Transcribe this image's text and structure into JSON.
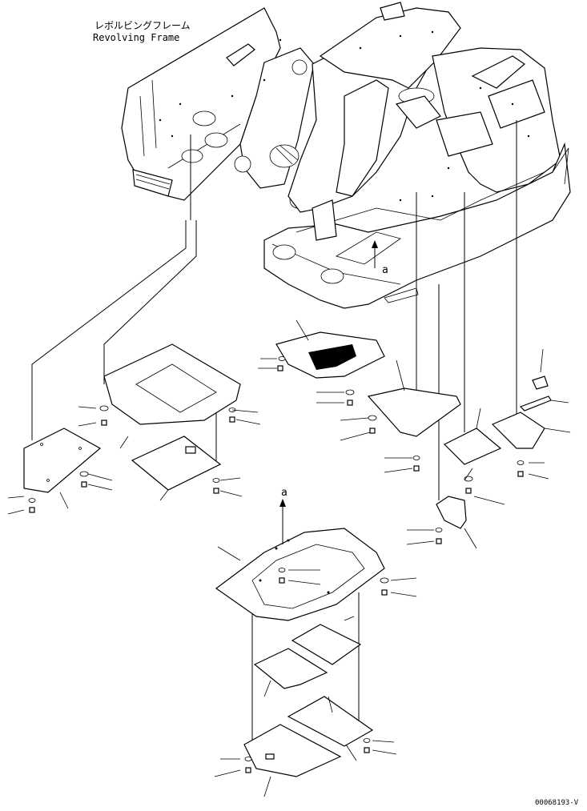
{
  "title_jp": "レボルビングフレーム",
  "title_en": "Revolving Frame",
  "view_ref_top": "a",
  "view_ref_bottom": "a",
  "drawing_number": "00068193-V"
}
